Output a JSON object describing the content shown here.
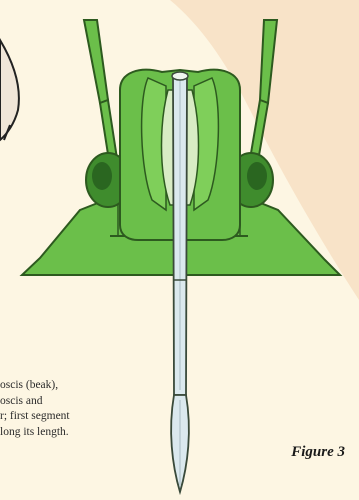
{
  "caption": {
    "line1": "oscis (beak),",
    "line2": "oscis and",
    "line3": "r; first segment",
    "line4": "long its length."
  },
  "figure_label": "Figure 3",
  "colors": {
    "background": "#fdf6e3",
    "bg_arc": "#f8e3c8",
    "body_green": "#6bbf4a",
    "body_dark": "#3f8c2d",
    "outline": "#2d5a1f",
    "pale_green": "#d8ecc4",
    "beak": "#dbe9ee",
    "leg_pale": "#f0e6d8"
  }
}
